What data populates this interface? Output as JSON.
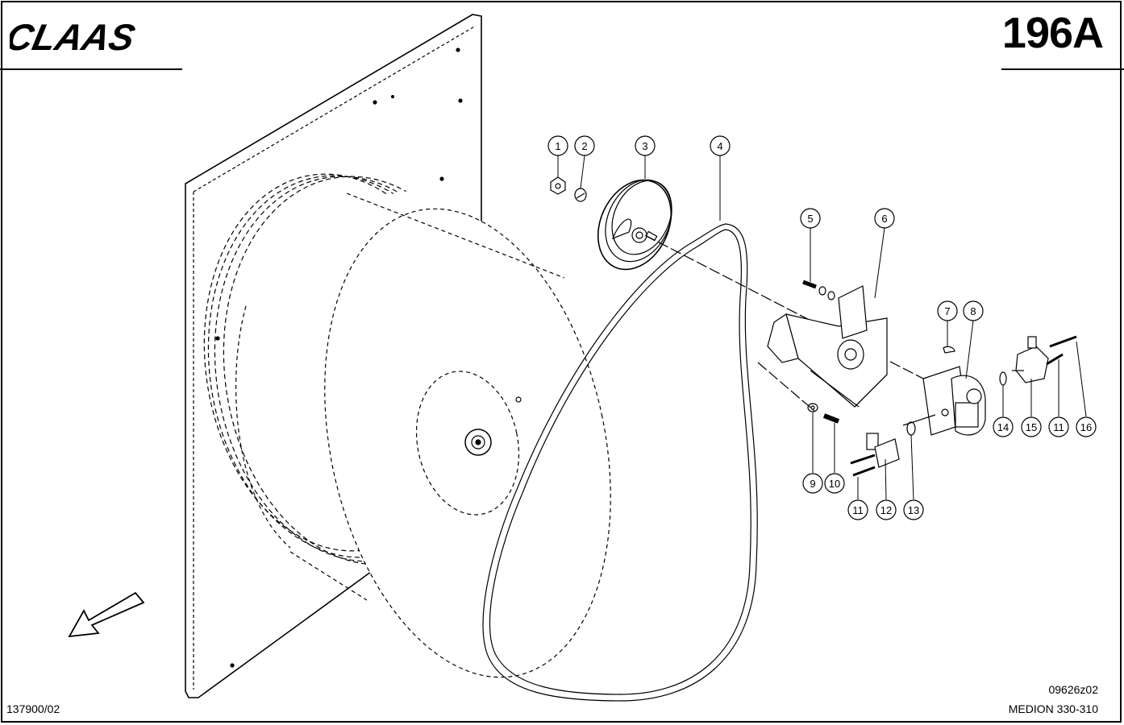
{
  "header": {
    "brand": "CLAAS",
    "page_number": "196A"
  },
  "footer": {
    "document_number": "137900/02",
    "drawing_code": "09626z02",
    "model": "MEDION 330-310"
  },
  "callouts": [
    "1",
    "2",
    "3",
    "4",
    "5",
    "6",
    "7",
    "8",
    "9",
    "10",
    "11",
    "12",
    "13",
    "14",
    "15",
    "11",
    "16"
  ],
  "colors": {
    "line": "#000000",
    "background": "#ffffff"
  },
  "icons": {
    "direction_arrow": "arrow-down-left-icon"
  }
}
